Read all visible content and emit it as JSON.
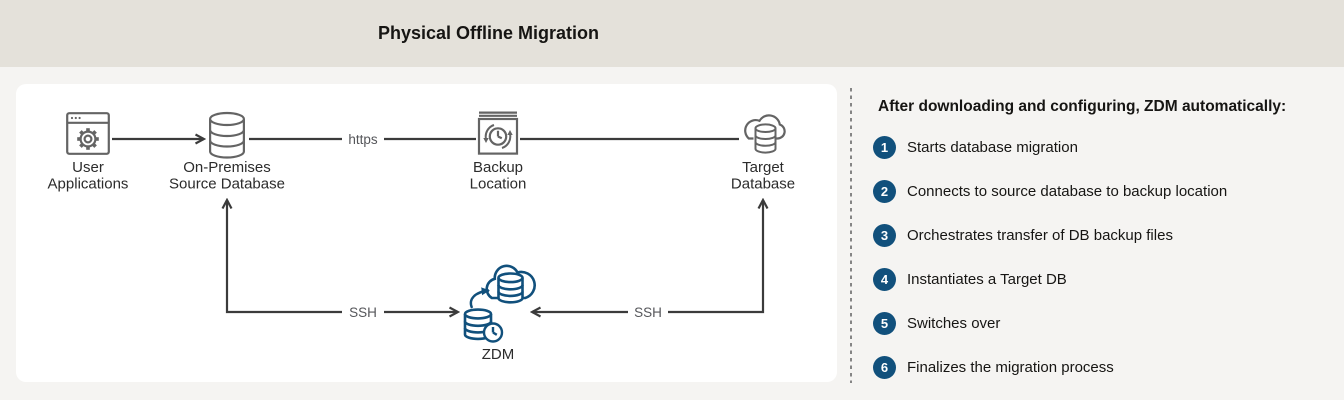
{
  "banner": {
    "title": "Physical Offline Migration"
  },
  "colors": {
    "banner_bg": "#e4e1da",
    "page_bg": "#f5f4f2",
    "panel_bg": "#ffffff",
    "connector_line": "#3b3b3b",
    "icon_stroke": "#646464",
    "accent_blue": "#11507c",
    "step_number_text": "#ffffff",
    "text": "#161513"
  },
  "diagram": {
    "nodes": [
      {
        "id": "user-applications",
        "icon": "browser-gear-icon",
        "lines": [
          "User",
          "Applications"
        ]
      },
      {
        "id": "on-premises-source-database",
        "icon": "database-icon",
        "lines": [
          "On-Premises",
          "Source Database"
        ]
      },
      {
        "id": "backup-location",
        "icon": "backup-clock-icon",
        "lines": [
          "Backup",
          "Location"
        ]
      },
      {
        "id": "target-database",
        "icon": "cloud-database-icon",
        "lines": [
          "Target",
          "Database"
        ]
      },
      {
        "id": "zdm",
        "icon": "zdm-cloud-sync-icon",
        "label": "ZDM"
      }
    ],
    "connectors": [
      {
        "id": "https-link",
        "label": "https"
      },
      {
        "id": "ssh-left-link",
        "label": "SSH"
      },
      {
        "id": "ssh-right-link",
        "label": "SSH"
      }
    ]
  },
  "sidebar": {
    "heading": "After downloading and configuring, ZDM automatically:",
    "steps": [
      {
        "number": "1",
        "text": "Starts database migration"
      },
      {
        "number": "2",
        "text": "Connects to source database to backup location"
      },
      {
        "number": "3",
        "text": "Orchestrates transfer of DB backup files"
      },
      {
        "number": "4",
        "text": "Instantiates a Target DB"
      },
      {
        "number": "5",
        "text": "Switches over"
      },
      {
        "number": "6",
        "text": "Finalizes the migration process"
      }
    ]
  }
}
